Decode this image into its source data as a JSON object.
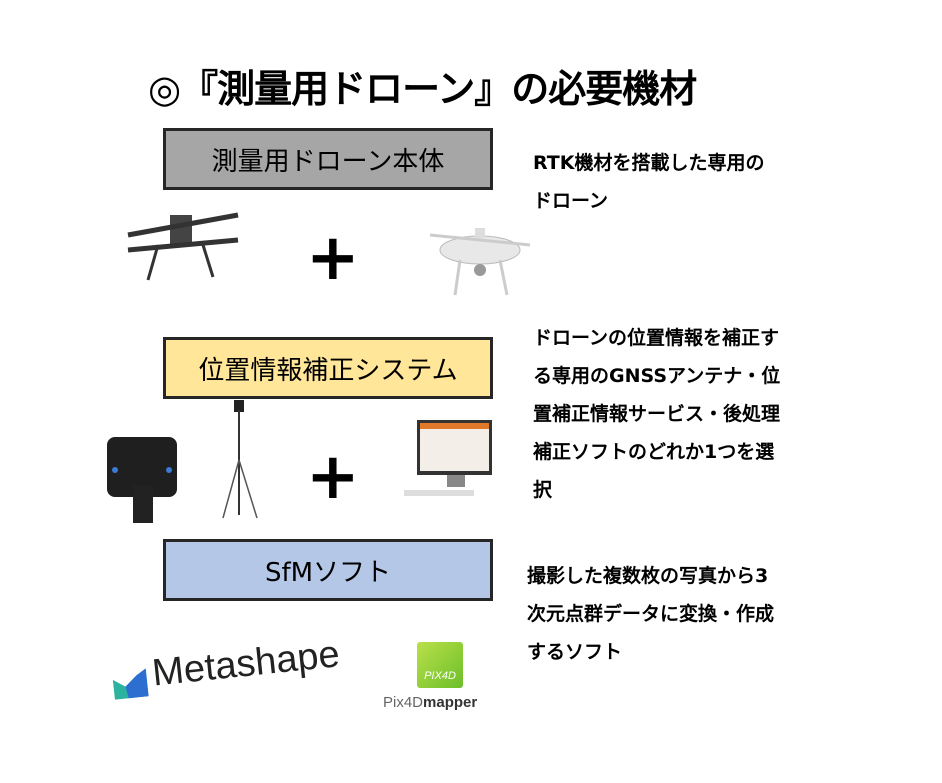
{
  "title": "◎『測量用ドローン』の必要機材",
  "sections": [
    {
      "label": "測量用ドローン本体",
      "color": "#a6a6a6",
      "description": [
        "RTK機材を搭載した専用の",
        "ドローン"
      ]
    },
    {
      "label": "位置情報補正システム",
      "color": "#ffe699",
      "description": [
        "ドローンの位置情報を補正す",
        "る専用のGNSSアンテナ・位",
        "置補正情報サービス・後処理",
        "補正ソフトのどれか1つを選",
        "択"
      ]
    },
    {
      "label": "SfMソフト",
      "color": "#b4c7e7",
      "description": [
        "撮影した複数枚の写真から3",
        "次元点群データに変換・作成",
        "するソフト"
      ]
    }
  ],
  "plus_sign": "+",
  "logos": {
    "metashape": "Metashape",
    "pix4d_badge": "PIX4D",
    "pix4d_name": "Pix4D",
    "pix4d_name_bold": "mapper"
  }
}
